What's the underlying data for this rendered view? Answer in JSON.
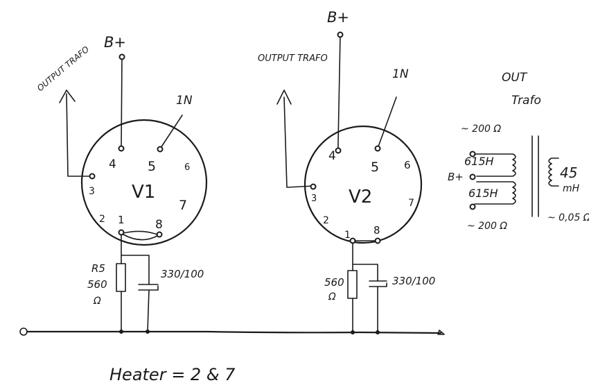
{
  "tubes": [
    {
      "label": "V1",
      "pins": [
        "1",
        "2",
        "3",
        "4",
        "5",
        "6",
        "7",
        "8"
      ],
      "plate_supply": "B+",
      "plate_to": "OUTPUT TRAFO",
      "input": "1N",
      "cathode_resistor_ref": "R5",
      "cathode_resistor_value": "560",
      "cathode_resistor_unit": "Ω",
      "bypass_cap_value": "330/100"
    },
    {
      "label": "V2",
      "pins": [
        "1",
        "2",
        "3",
        "4",
        "5",
        "6",
        "7",
        "8"
      ],
      "plate_supply": "B+",
      "plate_to": "OUTPUT TRAFO",
      "input": "1N",
      "cathode_resistor_value": "560",
      "cathode_resistor_unit": "Ω",
      "bypass_cap_value": "330/100"
    }
  ],
  "output_trafo": {
    "title_line1": "OUT",
    "title_line2": "Trafo",
    "primary_top_resistance": "~ 200 Ω",
    "primary_top_inductance": "615H",
    "center_tap": "B+",
    "primary_bottom_inductance": "615H",
    "primary_bottom_resistance": "~ 200 Ω",
    "secondary_inductance_value": "45",
    "secondary_inductance_unit": "mH",
    "secondary_resistance": "~ 0,05 Ω"
  },
  "heater_note": "Heater = 2 & 7"
}
